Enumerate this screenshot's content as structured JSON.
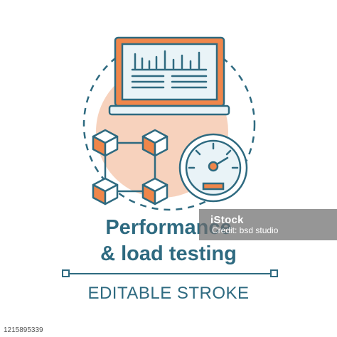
{
  "title": {
    "line1": "Performance",
    "line2": "& load testing"
  },
  "subtitle": "EDITABLE STROKE",
  "watermark": {
    "brand": "iStock",
    "credit": "Credit: bsd studio"
  },
  "stock_id": "1215895339",
  "colors": {
    "stroke": "#2e6a80",
    "accent": "#f0864a",
    "blob": "#f7d2bd",
    "screen": "#e9f3f7"
  },
  "icons": [
    "laptop-icon",
    "bar-chart-icon",
    "network-cubes-icon",
    "speedometer-icon"
  ]
}
